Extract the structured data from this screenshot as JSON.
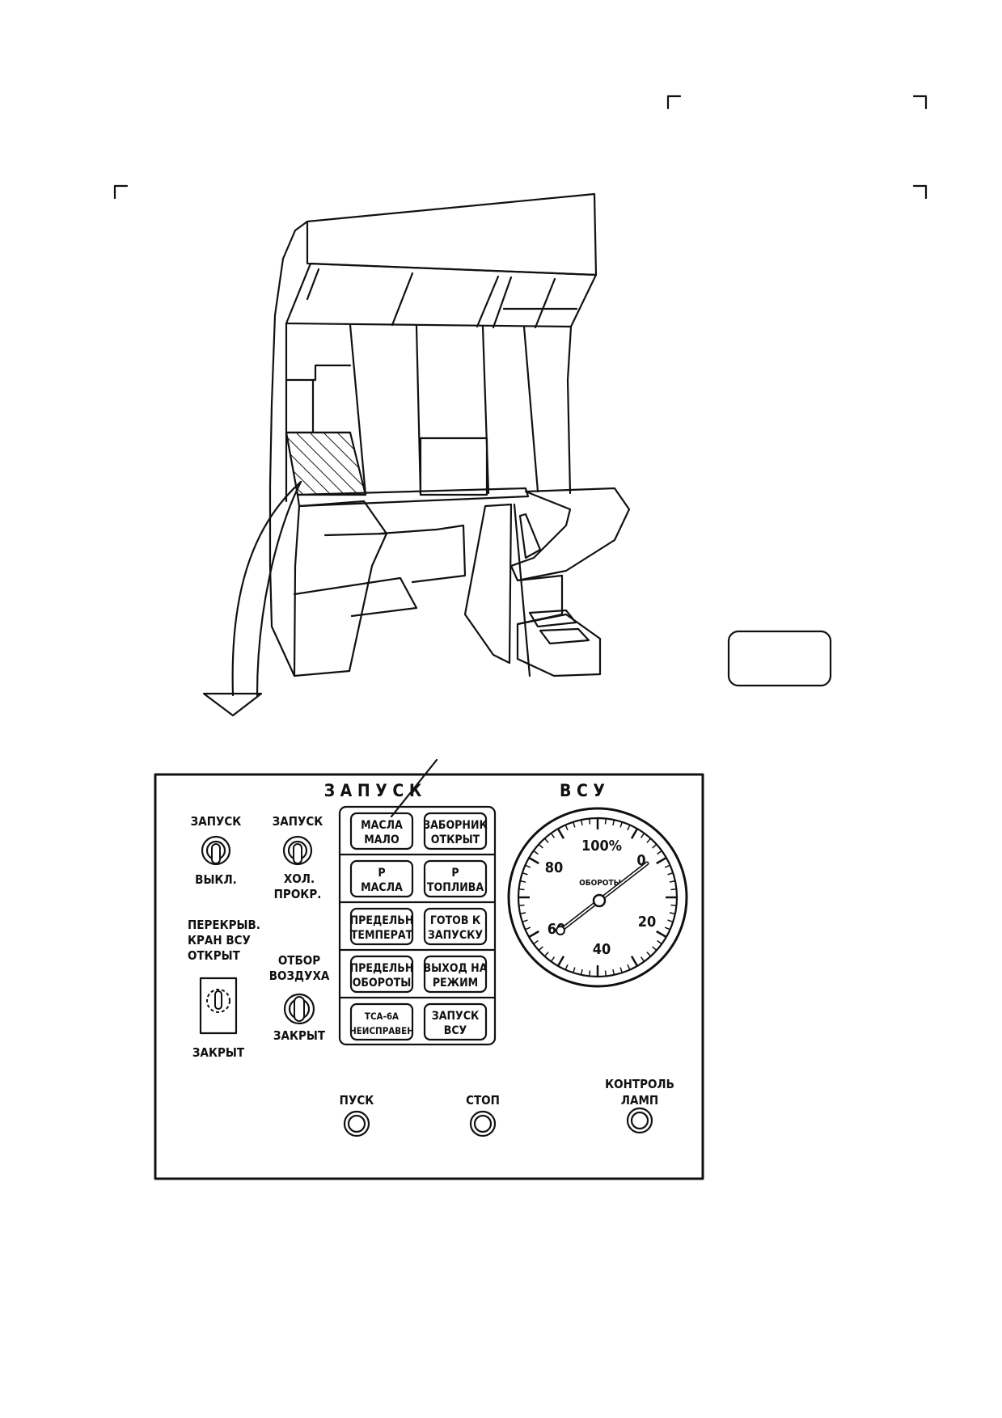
{
  "panel": {
    "title_left": "З А П У С К",
    "title_right": "В С У",
    "left_switch": {
      "top": "ЗАПУСК",
      "bottom": "ВЫКЛ."
    },
    "mid_switch": {
      "top": "ЗАПУСК",
      "bottom_1": "ХОЛ.",
      "bottom_2": "ПРОКР."
    },
    "valve": {
      "line1": "ПЕРЕКРЫВ.",
      "line2": "КРАН ВСУ",
      "line3": "ОТКРЫТ",
      "bottom": "ЗАКРЫТ"
    },
    "air": {
      "line1": "ОТБОР",
      "line2": "ВОЗДУХА",
      "bottom": "ЗАКРЫТ"
    },
    "annunciators": [
      {
        "left": [
          "МАСЛА",
          "МАЛО"
        ],
        "right": [
          "ЗАБОРНИК",
          "ОТКРЫТ"
        ]
      },
      {
        "left": [
          "Р",
          "МАСЛА"
        ],
        "right": [
          "Р",
          "ТОПЛИВА"
        ]
      },
      {
        "left": [
          "ПРЕДЕЛЬН",
          "ТЕМПЕРАТ"
        ],
        "right": [
          "ГОТОВ К",
          "ЗАПУСКУ"
        ]
      },
      {
        "left": [
          "ПРЕДЕЛЬН",
          "ОБОРОТЫ"
        ],
        "right": [
          "ВЫХОД НА",
          "РЕЖИМ"
        ]
      },
      {
        "left": [
          "ТСА-6А",
          "НЕИСПРАВЕН"
        ],
        "right": [
          "ЗАПУСК",
          "ВСУ"
        ]
      }
    ],
    "gauge": {
      "label_100": "100%",
      "label_80": "80",
      "label_0": "0",
      "label_60": "60",
      "label_20": "20",
      "label_40": "40",
      "unit": "ОБОРОТЫ",
      "value_percent": 7
    },
    "buttons": {
      "start": "ПУСК",
      "stop": "СТОП",
      "lamp_test_1": "КОНТРОЛЬ",
      "lamp_test_2": "ЛАМП"
    }
  }
}
